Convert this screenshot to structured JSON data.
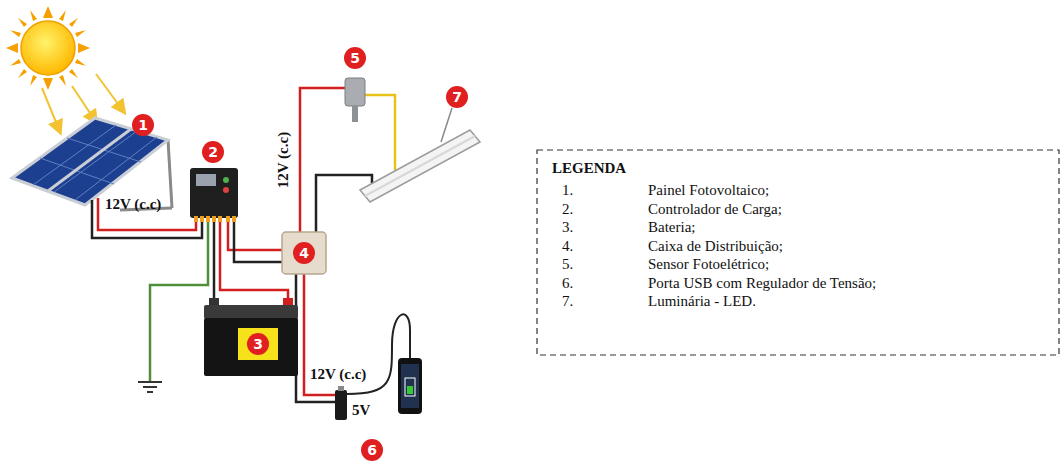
{
  "diagram": {
    "labels": [
      "1",
      "2",
      "3",
      "4",
      "5",
      "6",
      "7",
      "12V (c.c)",
      "12V (c.c)",
      "12V (c.c)",
      "5V",
      "LEGENDA",
      "1.",
      "2.",
      "3.",
      "4.",
      "5.",
      "6.",
      "7."
    ],
    "legend": [
      {
        "text": "Painel Fotovoltaico;"
      },
      {
        "text": "Controlador de Carga;"
      },
      {
        "text": "Bateria;"
      },
      {
        "text": "Caixa de Distribuição;"
      },
      {
        "text": "Sensor Fotoelétrico;"
      },
      {
        "text": "Porta USB com Regulador de Tensão;"
      },
      {
        "text": "Luminária - LED."
      }
    ]
  }
}
